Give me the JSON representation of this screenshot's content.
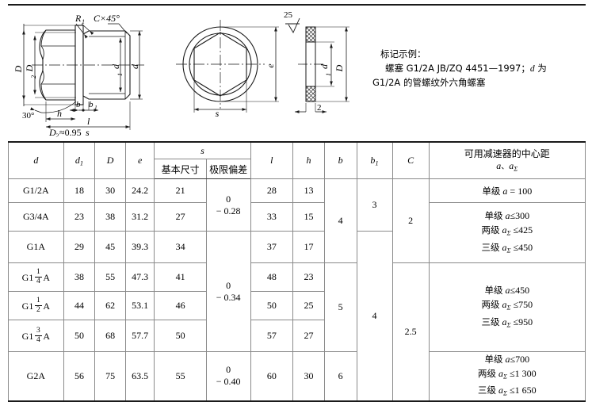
{
  "drawing": {
    "labels": {
      "r1": "R",
      "r1_sub": "1",
      "chamfer": "C×45°",
      "roughness": "25",
      "D": "D",
      "D2": "D",
      "D2_sub": "2",
      "d": "d",
      "d1": "d",
      "d1_sub": "1",
      "b": "b",
      "b1": "b",
      "b1_sub": "1",
      "h": "h",
      "l": "l",
      "e": "e",
      "s": "s",
      "angle30": "30°",
      "formula": "D",
      "formula_sub": "2",
      "formula_rest": "≈0.95s",
      "gasket_thickness": "2"
    }
  },
  "mark_example": {
    "title": "标记示例：",
    "line2_a": "螺塞 G1/2A JB/ZQ 4451—1997；",
    "line2_b": "d",
    "line2_c": " 为",
    "line3": "G1/2A 的管螺纹外六角螺塞"
  },
  "table": {
    "headers": {
      "d": "d",
      "d1": "d",
      "d1_sub": "1",
      "D": "D",
      "e": "e",
      "s": "s",
      "s_basic": "基本尺寸",
      "s_dev": "极限偏差",
      "l": "l",
      "h": "h",
      "b": "b",
      "b1": "b",
      "b1_sub": "1",
      "C": "C",
      "center_dist_line1": "可用减速器的中心距",
      "center_dist_line2_a": "a",
      "center_dist_line2_sep": "、",
      "center_dist_line2_b": "a",
      "center_dist_line2_b_sub": "Σ"
    },
    "rows": [
      {
        "d_plain": "G1/2A",
        "d_frac": null,
        "d1": "18",
        "D": "30",
        "e": "24.2",
        "s_basic": "21",
        "l": "28",
        "h": "13"
      },
      {
        "d_plain": "G3/4A",
        "d_frac": null,
        "d1": "23",
        "D": "38",
        "e": "31.2",
        "s_basic": "27",
        "l": "33",
        "h": "15"
      },
      {
        "d_plain": "G1A",
        "d_frac": null,
        "d1": "29",
        "D": "45",
        "e": "39.3",
        "s_basic": "34",
        "l": "37",
        "h": "17"
      },
      {
        "d_plain": null,
        "d_frac": {
          "pre": "G1",
          "num": "1",
          "den": "4",
          "post": "A"
        },
        "d1": "38",
        "D": "55",
        "e": "47.3",
        "s_basic": "41",
        "l": "48",
        "h": "23"
      },
      {
        "d_plain": null,
        "d_frac": {
          "pre": "G1",
          "num": "1",
          "den": "2",
          "post": "A"
        },
        "d1": "44",
        "D": "62",
        "e": "53.1",
        "s_basic": "46",
        "l": "50",
        "h": "25"
      },
      {
        "d_plain": null,
        "d_frac": {
          "pre": "G1",
          "num": "3",
          "den": "4",
          "post": "A"
        },
        "d1": "50",
        "D": "68",
        "e": "57.7",
        "s_basic": "50",
        "l": "57",
        "h": "27"
      },
      {
        "d_plain": "G2A",
        "d_frac": null,
        "d1": "56",
        "D": "75",
        "e": "63.5",
        "s_basic": "55",
        "l": "60",
        "h": "30"
      }
    ],
    "s_deviation_groups": [
      {
        "rowspan": 2,
        "upper": "0",
        "lower": "− 0.28"
      },
      {
        "rowspan": 4,
        "upper": "0",
        "lower": "− 0.34"
      },
      {
        "rowspan": 1,
        "upper": "0",
        "lower": "− 0.40"
      }
    ],
    "b_groups": [
      {
        "rowspan": 3,
        "value": "4"
      },
      {
        "rowspan": 3,
        "value": "5"
      },
      {
        "rowspan": 1,
        "value": "6"
      }
    ],
    "b1_groups": [
      {
        "rowspan": 2,
        "value": "3"
      },
      {
        "rowspan": 5,
        "value": "4"
      }
    ],
    "c_groups": [
      {
        "rowspan": 3,
        "value": "2"
      },
      {
        "rowspan": 4,
        "value": "2.5"
      }
    ],
    "center_distance_groups": [
      {
        "rowspan": 1,
        "lines": [
          {
            "label": "单级",
            "var": "a",
            "sub": null,
            "op": " = ",
            "value": "100"
          }
        ]
      },
      {
        "rowspan": 2,
        "lines": [
          {
            "label": "单级",
            "var": "a",
            "sub": null,
            "op": "≤",
            "value": "300"
          },
          {
            "label": "两级",
            "var": "a",
            "sub": "Σ",
            "op": " ≤",
            "value": "425"
          },
          {
            "label": "三级",
            "var": "a",
            "sub": "Σ",
            "op": " ≤",
            "value": "450"
          }
        ]
      },
      {
        "rowspan": 3,
        "lines": [
          {
            "label": "单级",
            "var": "a",
            "sub": null,
            "op": "≤",
            "value": "450"
          },
          {
            "label": "两级",
            "var": "a",
            "sub": "Σ",
            "op": " ≤",
            "value": "750"
          },
          {
            "label": "三级",
            "var": "a",
            "sub": "Σ",
            "op": " ≤",
            "value": "950"
          }
        ]
      },
      {
        "rowspan": 1,
        "lines": [
          {
            "label": "单级",
            "var": "a",
            "sub": null,
            "op": "≤",
            "value": "700"
          },
          {
            "label": "两级",
            "var": "a",
            "sub": "Σ",
            "op": " ≤",
            "value": "1 300"
          },
          {
            "label": "三级",
            "var": "a",
            "sub": "Σ",
            "op": " ≤",
            "value": "1 650"
          }
        ]
      }
    ]
  },
  "colors": {
    "ink": "#000000",
    "rule": "#1a1a1a",
    "grid": "#8a8a8a",
    "bg": "#ffffff"
  }
}
